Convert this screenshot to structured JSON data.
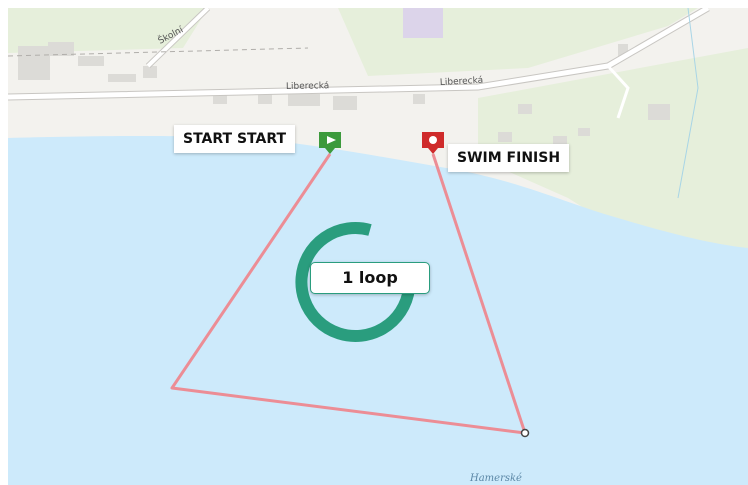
{
  "map": {
    "streets": [
      "Školní",
      "Liberecká",
      "Liberecká"
    ],
    "water_label": "Hamerské",
    "colors": {
      "water": "#cdeafb",
      "land": "#f3f2ee",
      "greenery": "#e6efdb",
      "building": "#dcdbd7",
      "route": "#ec8d95",
      "loop": "#2a9d7e",
      "start_marker": "#3c9a3c",
      "finish_marker": "#cf2b2b"
    }
  },
  "markers": {
    "start": {
      "label": "START START",
      "icon": "play-icon"
    },
    "finish": {
      "label": "SWIM FINISH",
      "icon": "pin-icon"
    }
  },
  "loop": {
    "label": "1 loop",
    "icon": "circular-arrow-icon"
  }
}
